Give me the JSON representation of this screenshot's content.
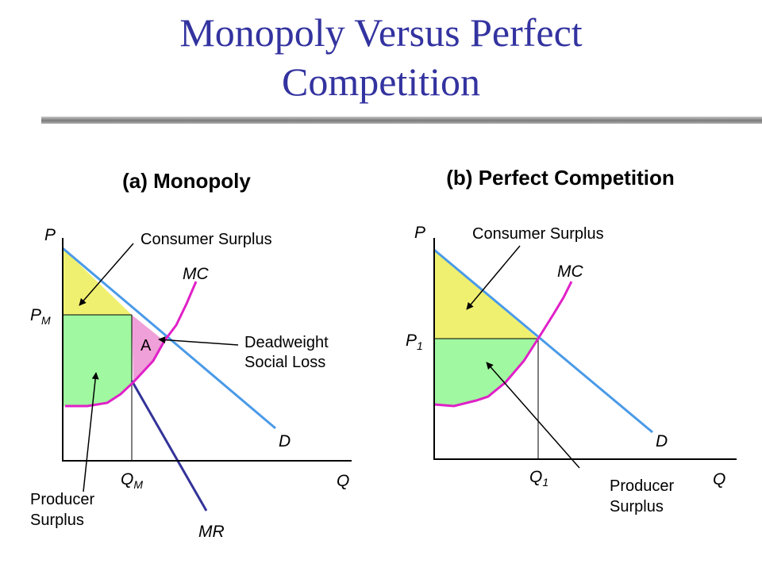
{
  "slide": {
    "title_line1": "Monopoly Versus Perfect",
    "title_line2": "Competition"
  },
  "colors": {
    "title": "#3333a0",
    "demand": "#4a9ae8",
    "mc": "#e020c8",
    "mr": "#333399",
    "consumer_surplus_fill": "#f0f070",
    "producer_surplus_fill": "#a0f8a0",
    "deadweight_fill": "#f0a0d8"
  },
  "panel_a": {
    "title": "(a) Monopoly",
    "axis_y": "P",
    "axis_x": "Q",
    "price_label_main": "P",
    "price_label_sub": "M",
    "qty_label_main": "Q",
    "qty_label_sub": "M",
    "mc_label": "MC",
    "demand_label": "D",
    "mr_label": "MR",
    "point_label": "A",
    "consumer_surplus": "Consumer Surplus",
    "deadweight_line1": "Deadweight",
    "deadweight_line2": "Social Loss",
    "producer_line1": "Producer",
    "producer_line2": "Surplus"
  },
  "panel_b": {
    "title": "(b) Perfect Competition",
    "axis_y": "P",
    "axis_x": "Q",
    "price_label_main": "P",
    "price_label_sub": "1",
    "qty_label_main": "Q",
    "qty_label_sub": "1",
    "mc_label": "MC",
    "demand_label": "D",
    "consumer_surplus": "Consumer Surplus",
    "producer_line1": "Producer",
    "producer_line2": "Surplus"
  }
}
